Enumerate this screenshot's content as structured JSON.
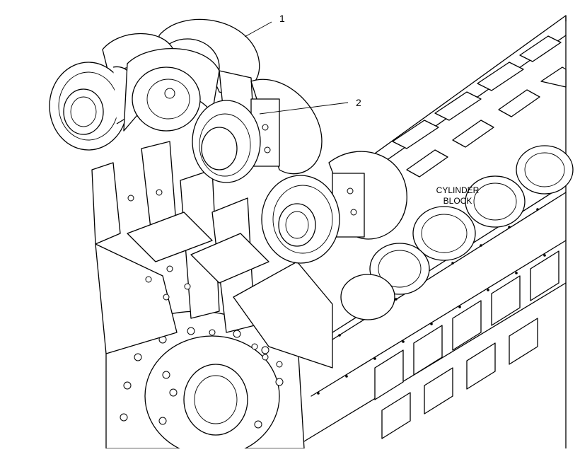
{
  "diagram": {
    "callouts": [
      {
        "id": "1",
        "label": "1"
      },
      {
        "id": "2",
        "label": "2"
      }
    ],
    "annotation": {
      "line1": "CYLINDER",
      "line2": "BLOCK"
    }
  }
}
